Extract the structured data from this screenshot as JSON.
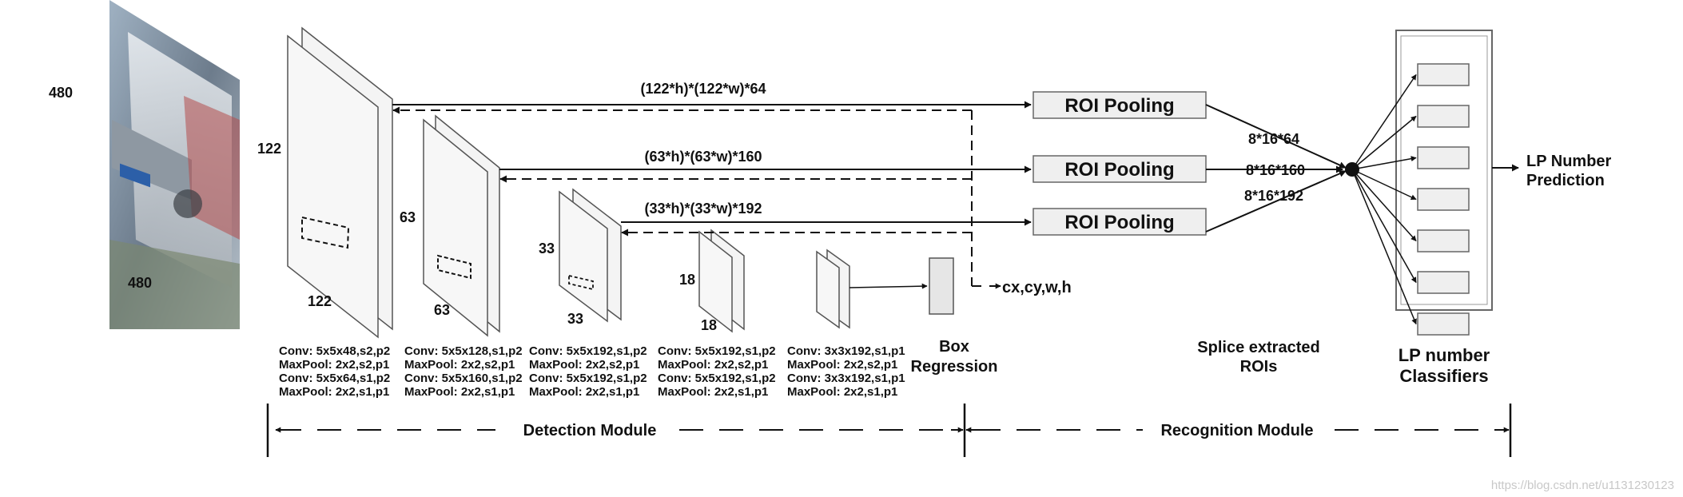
{
  "input": {
    "height_label": "480",
    "width_label": "480"
  },
  "feature_maps": [
    {
      "side_label": "122",
      "bottom_label": "122"
    },
    {
      "side_label": "63",
      "bottom_label": "63"
    },
    {
      "side_label": "33",
      "bottom_label": "33"
    },
    {
      "side_label": "18",
      "bottom_label": "18"
    }
  ],
  "layer_specs": [
    [
      "Conv: 5x5x48,s2,p2",
      "MaxPool: 2x2,s2,p1",
      "Conv: 5x5x64,s1,p2",
      "MaxPool: 2x2,s1,p1"
    ],
    [
      "Conv: 5x5x128,s1,p2",
      "MaxPool: 2x2,s2,p1",
      "Conv: 5x5x160,s1,p2",
      "MaxPool: 2x2,s1,p1"
    ],
    [
      "Conv: 5x5x192,s1,p2",
      "MaxPool: 2x2,s2,p1",
      "Conv: 5x5x192,s1,p2",
      "MaxPool: 2x2,s1,p1"
    ],
    [
      "Conv: 5x5x192,s1,p2",
      "MaxPool: 2x2,s2,p1",
      "Conv: 5x5x192,s1,p2",
      "MaxPool: 2x2,s1,p1"
    ],
    [
      "Conv: 3x3x192,s1,p1",
      "MaxPool: 2x2,s2,p1",
      "Conv: 3x3x192,s1,p1",
      "MaxPool: 2x2,s1,p1"
    ]
  ],
  "roi_paths": [
    {
      "shape_label": "(122*h)*(122*w)*64",
      "roi_label": "ROI Pooling",
      "out_label": "8*16*64"
    },
    {
      "shape_label": "(63*h)*(63*w)*160",
      "roi_label": "ROI Pooling",
      "out_label": "8*16*160"
    },
    {
      "shape_label": "(33*h)*(33*w)*192",
      "roi_label": "ROI Pooling",
      "out_label": "8*16*192"
    }
  ],
  "box_regression": {
    "label_line1": "Box",
    "label_line2": "Regression",
    "output": "cx,cy,w,h"
  },
  "splice": {
    "line1": "Splice extracted",
    "line2": "ROIs"
  },
  "classifiers": {
    "line1": "LP number",
    "line2": "Classifiers",
    "count": 7
  },
  "prediction": {
    "line1": "LP Number",
    "line2": "Prediction"
  },
  "modules": {
    "detection": "Detection Module",
    "recognition": "Recognition Module"
  },
  "watermark": "https://blog.csdn.net/u1131230123"
}
